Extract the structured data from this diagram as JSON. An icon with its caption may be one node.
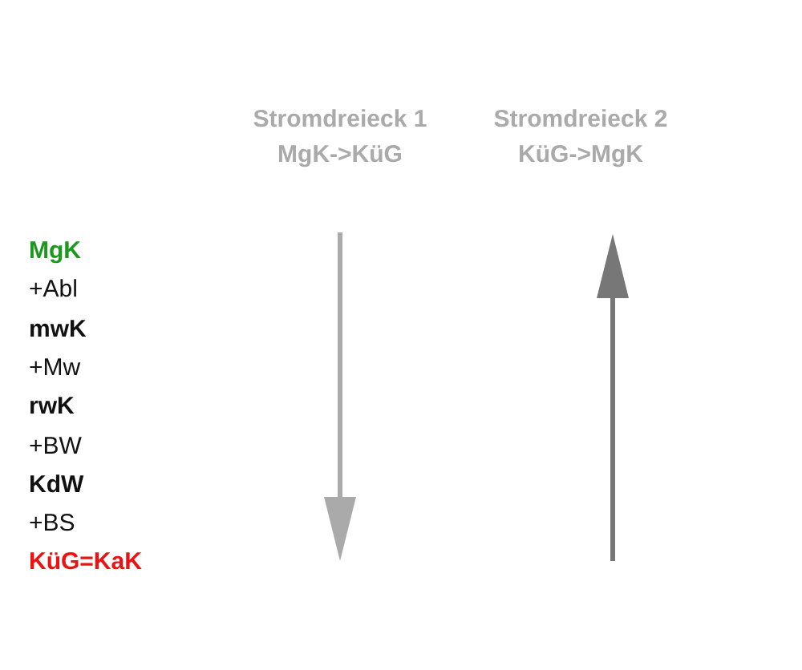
{
  "diagram": {
    "labels": [
      "Stromdreieck 1",
      "MgK->KüG",
      "Stromdreieck 2",
      "KüG->MgK",
      "MgK",
      "+Abl",
      "mwK",
      "+Mw",
      "rwK",
      "+BW",
      "KdW",
      "+BS",
      "KüG=KaK"
    ]
  }
}
